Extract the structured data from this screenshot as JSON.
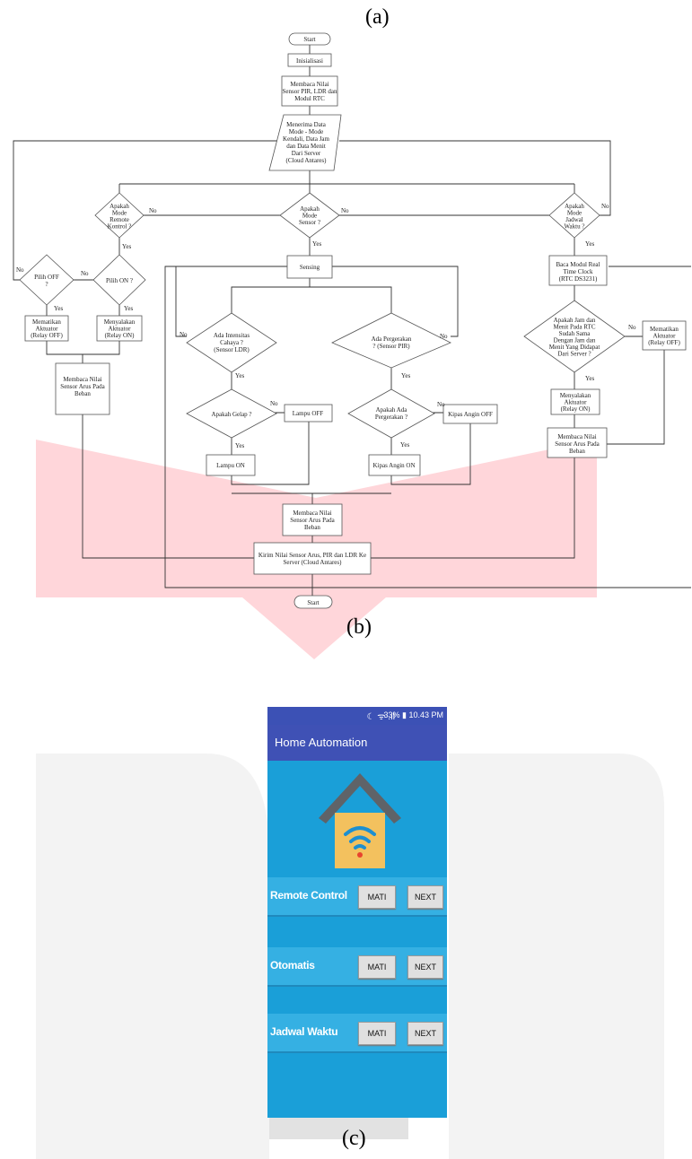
{
  "labels": {
    "a": "(a)",
    "b": "(b)",
    "c": "(c)"
  },
  "flowchart": {
    "start_top": "Start",
    "init": "Inisialisasi",
    "read_sensors": [
      "Membaca Nilai",
      "Sensor PIR, LDR dan",
      "Modul RTC"
    ],
    "receive_data": [
      "Menerima Data",
      "Mode - Mode",
      "Kendali, Data Jam",
      "dan Data Menit",
      "Dari Server",
      "(Cloud Antares)"
    ],
    "remote_q": [
      "Apakah",
      "Mode",
      "Remote",
      "Kontrol ?"
    ],
    "sensor_q": [
      "Apakah",
      "Mode",
      "Sensor ?"
    ],
    "schedule_q": [
      "Apakah",
      "Mode",
      "Jadwal",
      "Waktu ?"
    ],
    "pilih_off": [
      "Pilih OFF",
      "?"
    ],
    "pilih_on": "Pilih ON ?",
    "matikan_1": [
      "Mematikan",
      "Aktuator",
      "(Relay OFF)"
    ],
    "nyalakan_1": [
      "Menyalakan",
      "Aktuator",
      "(Relay ON)"
    ],
    "read_current_left": [
      "Membaca Nilai",
      "Sensor Arus Pada",
      "Beban"
    ],
    "sensing": "Sensing",
    "ldr_q": [
      "Ada Intensitas",
      "Cahaya ?",
      "(Sensor LDR)"
    ],
    "pir_q": [
      "Ada Pergerakan",
      "? (Sensor PIR)"
    ],
    "dark_q": "Apakah Gelap ?",
    "move_q": [
      "Apakah Ada",
      "Pergerakan ?"
    ],
    "lampu_off": "Lampu OFF",
    "lampu_on": "Lampu ON",
    "kipas_off": "Kipas Angin OFF",
    "kipas_on": "Kipas Angin ON",
    "read_current_mid": [
      "Membaca Nilai",
      "Sensor Arus Pada",
      "Beban"
    ],
    "send": [
      "Kirim Nilai Sensor Arus, PIR dan LDR Ke",
      "Server (Cloud Antares)"
    ],
    "start_bottom": "Start",
    "rtc_read": [
      "Baca Modul Real",
      "Time Clock",
      "(RTC DS3231)"
    ],
    "time_q": [
      "Apakah Jam dan",
      "Menit Pada RTC",
      "Sudah Sama",
      "Dengan Jam dan",
      "Menit Yang Didapat",
      "Dari Server ?"
    ],
    "matikan_2": [
      "Mematikan",
      "Aktuator",
      "(Relay OFF)"
    ],
    "nyalakan_2": [
      "Menyalakan",
      "Aktuator",
      "(Relay ON)"
    ],
    "read_current_right": [
      "Membaca Nilai",
      "Sensor Arus Pada",
      "Beban"
    ],
    "yes": "Yes",
    "no": "No"
  },
  "phone": {
    "status_icons": "☾ ᯤ .ıl",
    "status_text": "33% ▮ 10.43 PM",
    "app_title": "Home Automation",
    "rows": [
      {
        "label": "Remote Control",
        "off": "MATI",
        "next": "NEXT"
      },
      {
        "label": "Otomatis",
        "off": "MATI",
        "next": "NEXT"
      },
      {
        "label": "Jadwal Waktu",
        "off": "MATI",
        "next": "NEXT"
      }
    ],
    "colors": {
      "status_bar": "#3c51b5",
      "app_bar": "#3f51b5",
      "background": "#1a9fd8",
      "row": "#35b0e3",
      "roof": "#5f6368",
      "house_body": "#f3c15e",
      "wifi": "#1d8fd0",
      "dot": "#e8432e"
    }
  }
}
